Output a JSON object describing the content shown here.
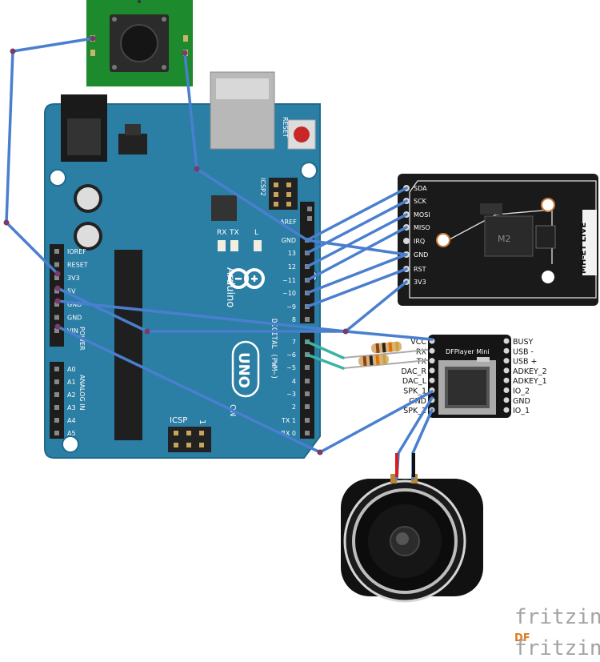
{
  "arduino": {
    "brand": "Arduino",
    "model": "UNO",
    "on_label": "ON",
    "reset_label": "RESET",
    "icsp_label": "ICSP",
    "icsp2_label": "ICSP2",
    "tx_label": "TX",
    "rx_label": "RX",
    "l_label": "L",
    "aref_label": "AREF",
    "digital_label": "DIGITAL (PWM~)",
    "power_label": "POWER",
    "analog_label": "ANALOG IN",
    "digital_pins": [
      "GND",
      "13",
      "12",
      "~11",
      "~10",
      "~9",
      "8",
      "7",
      "~6",
      "~5",
      "4",
      "~3",
      "2",
      "TX 1",
      "RX 0"
    ],
    "power_pins": [
      "IOREF",
      "RESET",
      "3V3",
      "5V",
      "GND",
      "GND",
      "VIN"
    ],
    "analog_pins": [
      "A0",
      "A1",
      "A2",
      "A3",
      "A4",
      "A5"
    ]
  },
  "rfid_module": {
    "pins": [
      "SDA",
      "SCK",
      "MOSI",
      "MISO",
      "IRQ",
      "GND",
      "RST",
      "3V3"
    ],
    "brand": "MH-ET LIVE"
  },
  "dfplayer": {
    "title": "DFPlayer Mini",
    "left_pins": [
      "VCC",
      "RX",
      "TX",
      "DAC_R",
      "DAC_L",
      "SPK_1",
      "GND",
      "SPK_2"
    ],
    "right_pins": [
      "BUSY",
      "USB -",
      "USB +",
      "ADKEY_2",
      "ADKEY_1",
      "IO_2",
      "GND",
      "IO_1"
    ]
  },
  "watermark": {
    "text": "fritzing",
    "logo": "DF",
    "logo_text": "fritzing"
  },
  "colors": {
    "arduino_board": "#2b7ea4",
    "wire": "#4a7fcf",
    "pushbutton_pcb": "#1d8a2e",
    "rfid_board": "#1a1a1a",
    "dfplayer_board": "#151515",
    "speaker_red_lead": "#d42020",
    "speaker_black_lead": "#111111",
    "watermark": "#a3a3a3",
    "df_logo": "#e07a1a"
  }
}
